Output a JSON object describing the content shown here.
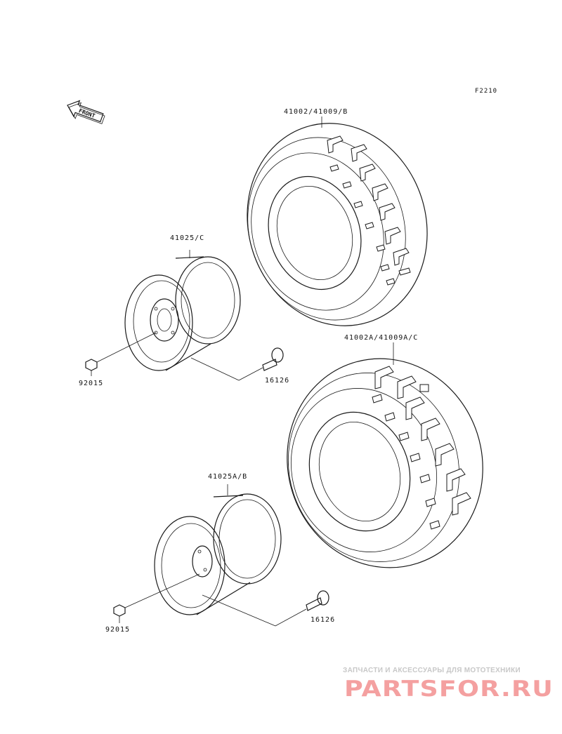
{
  "diagram_code": "F2210",
  "front_label": "FRONT",
  "parts": {
    "front_tire": "41002/41009/B",
    "rear_tire": "41002A/41009A/C",
    "front_wheel": "41025/C",
    "rear_wheel": "41025A/B",
    "valve_upper": "16126",
    "valve_lower": "16126",
    "nut_upper": "92015",
    "nut_lower": "92015"
  },
  "watermark": {
    "tagline": "ЗАПЧАСТИ И АКСЕССУАРЫ ДЛЯ МОТОТЕХНИКИ",
    "logo": "PARTSFOR.RU",
    "logo_color": "#f4a0a0"
  }
}
